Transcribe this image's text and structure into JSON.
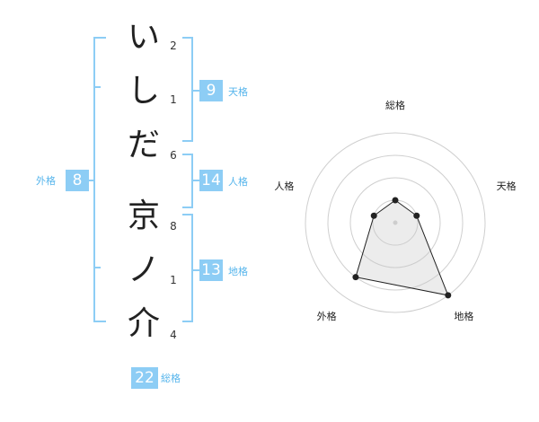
{
  "name": {
    "chars": [
      {
        "char": "い",
        "strokes": "2"
      },
      {
        "char": "し",
        "strokes": "1"
      },
      {
        "char": "だ",
        "strokes": "6"
      },
      {
        "char": "京",
        "strokes": "8"
      },
      {
        "char": "ノ",
        "strokes": "1"
      },
      {
        "char": "介",
        "strokes": "4"
      }
    ]
  },
  "kakusu": {
    "tenkaku": {
      "value": "9",
      "label": "天格"
    },
    "jinkaku": {
      "value": "14",
      "label": "人格"
    },
    "chikaku": {
      "value": "13",
      "label": "地格"
    },
    "gaikaku": {
      "value": "8",
      "label": "外格"
    },
    "soukaku": {
      "value": "22",
      "label": "総格"
    }
  },
  "chart_data": {
    "type": "radar",
    "axes": [
      "総格",
      "天格",
      "地格",
      "外格",
      "人格"
    ],
    "values": [
      1,
      1,
      4,
      3,
      1
    ],
    "max": 4,
    "levels": 4
  },
  "colors": {
    "bracket": "#8dcdf5",
    "badge": "#8dcdf5",
    "label": "#56b5ec"
  }
}
